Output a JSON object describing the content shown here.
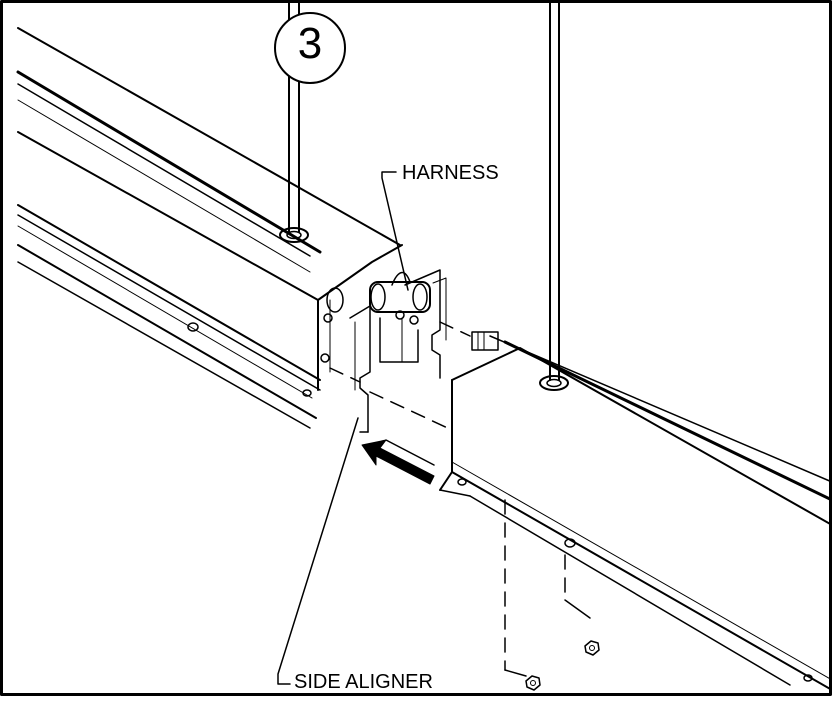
{
  "diagram": {
    "step_number": "3",
    "labels": {
      "harness": "HARNESS",
      "side_aligner": "SIDE ALIGNER"
    }
  },
  "colors": {
    "line": "#000000",
    "background": "#ffffff"
  }
}
